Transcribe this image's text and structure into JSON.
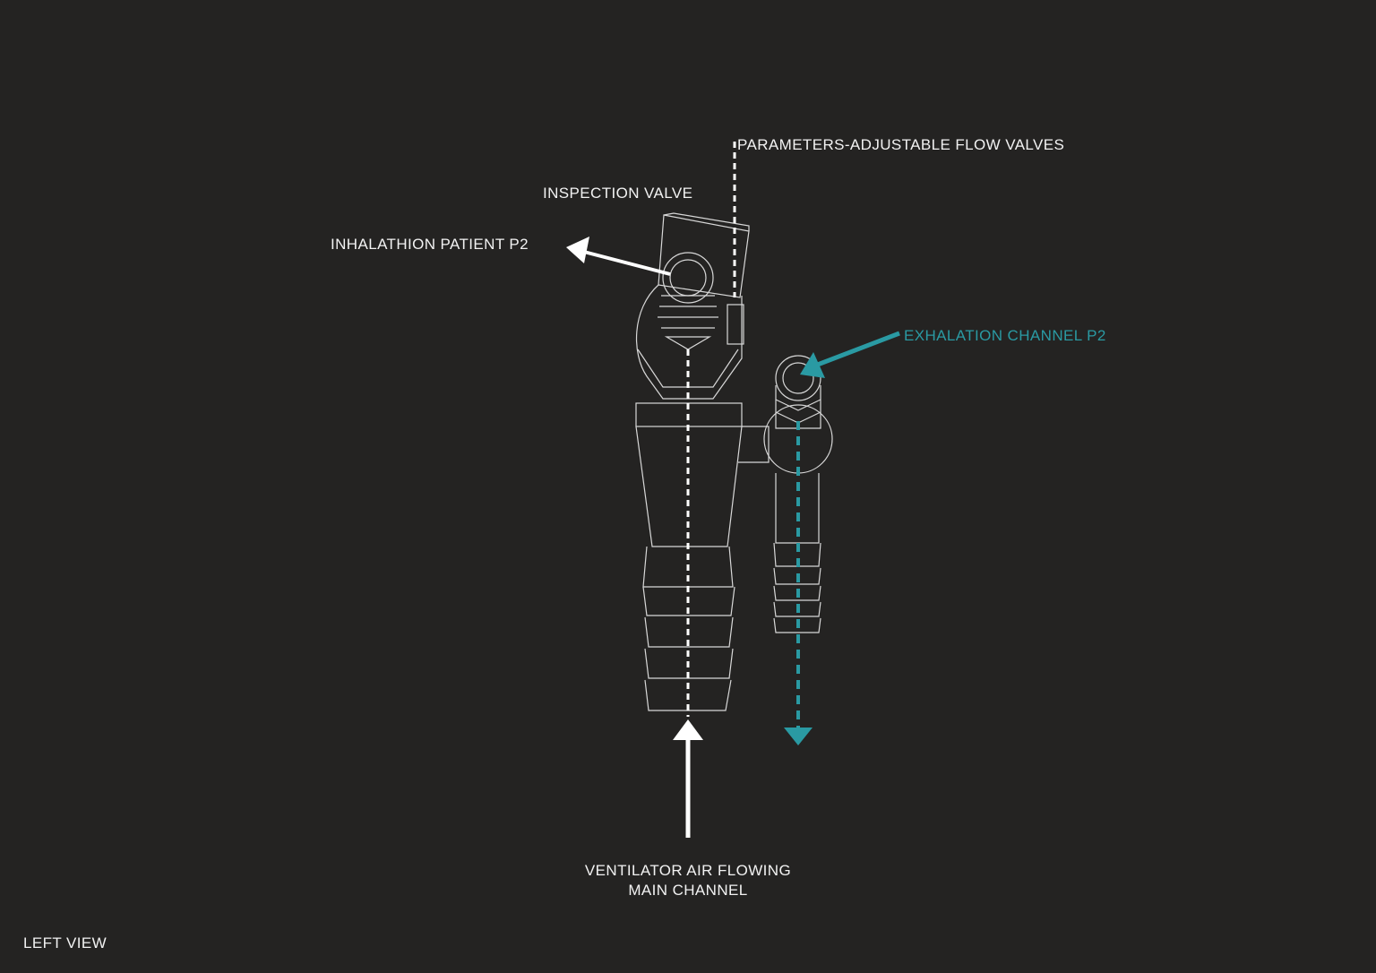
{
  "labels": {
    "parameters": "PARAMETERS-ADJUSTABLE FLOW VALVES",
    "inspection": "INSPECTION VALVE",
    "inhalation": "INHALATHION PATIENT  P2",
    "exhalation": "EXHALATION CHANNEL P2",
    "ventilator_line1": "VENTILATOR AIR FLOWING",
    "ventilator_line2": "MAIN CHANNEL",
    "view": "LEFT VIEW"
  },
  "colors": {
    "background": "#242322",
    "line": "#ffffff",
    "accent": "#2a9aa3"
  }
}
